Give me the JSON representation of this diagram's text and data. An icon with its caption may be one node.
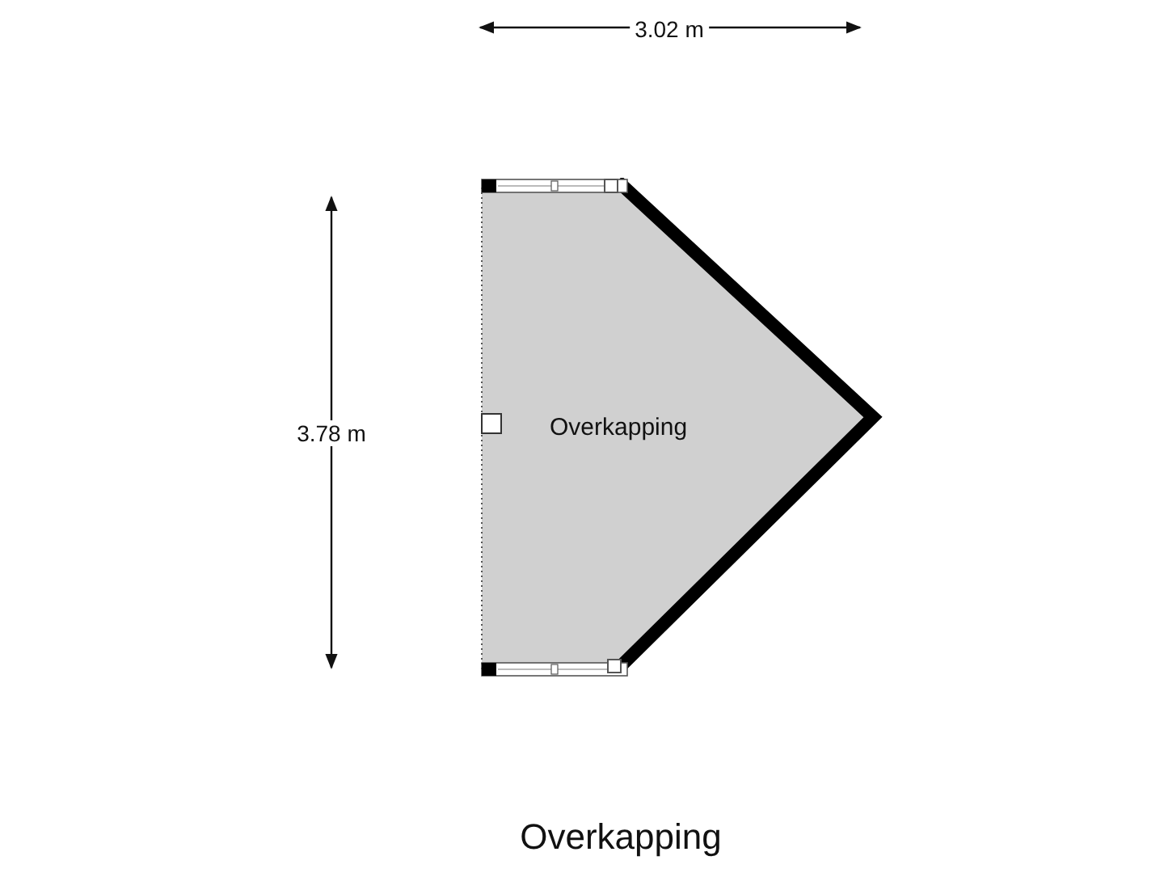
{
  "diagram": {
    "title": "Overkapping",
    "nodes": [
      {
        "text": [
          "Overkapping"
        ]
      }
    ],
    "edges": [],
    "labels": [
      "3.02 m",
      "3.78 m"
    ]
  }
}
